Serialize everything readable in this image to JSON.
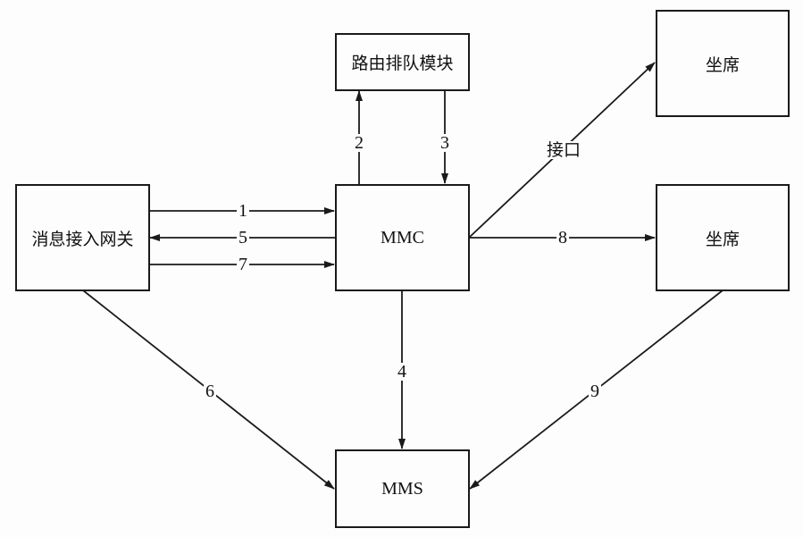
{
  "nodes": {
    "gateway": "消息接入网关",
    "routing": "路由排队模块",
    "mmc": "MMC",
    "seat_top": "坐席",
    "seat_mid": "坐席",
    "mms": "MMS"
  },
  "edges": [
    {
      "id": "e1",
      "from": "gateway",
      "to": "mmc",
      "label": "1"
    },
    {
      "id": "e2",
      "from": "mmc",
      "to": "routing",
      "label": "2"
    },
    {
      "id": "e3",
      "from": "routing",
      "to": "mmc",
      "label": "3"
    },
    {
      "id": "e4",
      "from": "mmc",
      "to": "mms",
      "label": "4"
    },
    {
      "id": "e5",
      "from": "mmc",
      "to": "gateway",
      "label": "5"
    },
    {
      "id": "e6",
      "from": "gateway",
      "to": "mms",
      "label": "6"
    },
    {
      "id": "e7",
      "from": "gateway",
      "to": "mmc",
      "label": "7"
    },
    {
      "id": "e8",
      "from": "mmc",
      "to": "seat_mid",
      "label": "8"
    },
    {
      "id": "e9",
      "from": "seat_mid",
      "to": "mms",
      "label": "9"
    },
    {
      "id": "eI",
      "from": "mmc",
      "to": "seat_top",
      "label": "接口"
    }
  ],
  "colors": {
    "line": "#1a1a1a",
    "background": "#fdfdfd"
  }
}
